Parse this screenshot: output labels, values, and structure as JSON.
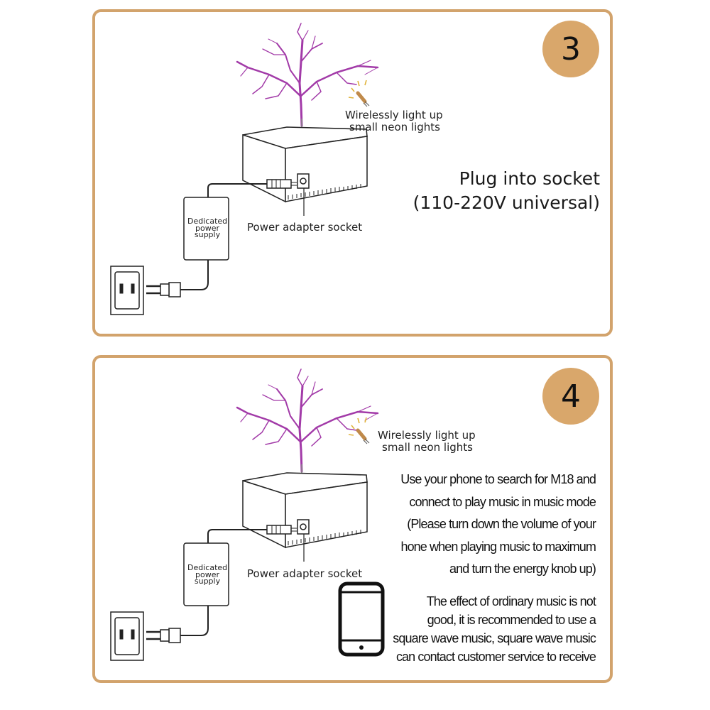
{
  "panels": [
    {
      "step_number": "3",
      "adapter_label": [
        "Dedicated",
        "power",
        "supply"
      ],
      "neon_caption": [
        "Wirelessly light up",
        "small neon lights"
      ],
      "socket_caption": "Power adapter socket",
      "title_lines": [
        "Plug into socket",
        "(110-220V universal)"
      ]
    },
    {
      "step_number": "4",
      "adapter_label": [
        "Dedicated",
        "power",
        "supply"
      ],
      "neon_caption": [
        "Wirelessly light up",
        "small neon lights"
      ],
      "socket_caption": "Power adapter socket",
      "instructions": [
        "Use your phone to search for M18 and",
        "connect to play music in music mode",
        "(Please turn down the volume of your",
        "hone when playing music to maximum",
        "and turn the energy knob up)"
      ],
      "tip": [
        "The effect of ordinary music is not",
        "good, it is recommended to use a",
        "square wave music, square wave music",
        "can contact customer service to receive"
      ]
    }
  ],
  "colors": {
    "border": "#d2a36c",
    "badge": "#d9a76b",
    "arc": "#a23aa8"
  },
  "icons": [
    "neon-bulb-icon",
    "phone-icon",
    "wall-outlet-icon",
    "plug-icon"
  ]
}
